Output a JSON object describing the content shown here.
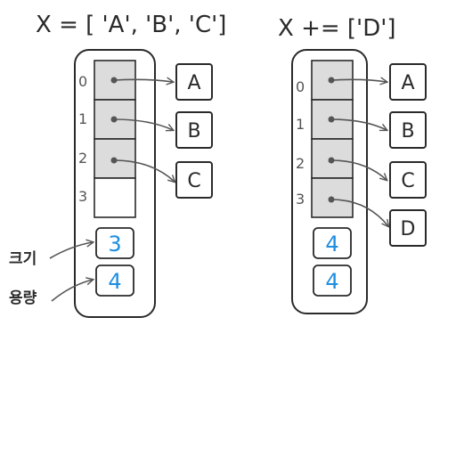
{
  "left": {
    "title": "X = [ 'A', 'B', 'C']",
    "indices": [
      "0",
      "1",
      "2",
      "3"
    ],
    "targets": [
      "A",
      "B",
      "C"
    ],
    "size_value": "3",
    "capacity_value": "4",
    "size_label": "크기",
    "capacity_label": "용량"
  },
  "right": {
    "title": "X += ['D']",
    "indices": [
      "0",
      "1",
      "2",
      "3"
    ],
    "targets": [
      "A",
      "B",
      "C",
      "D"
    ],
    "size_value": "4",
    "capacity_value": "4"
  },
  "colors": {
    "slot_filled": "#dcdcdc",
    "number": "#1e8ee0",
    "stroke": "#2a2a2a"
  }
}
